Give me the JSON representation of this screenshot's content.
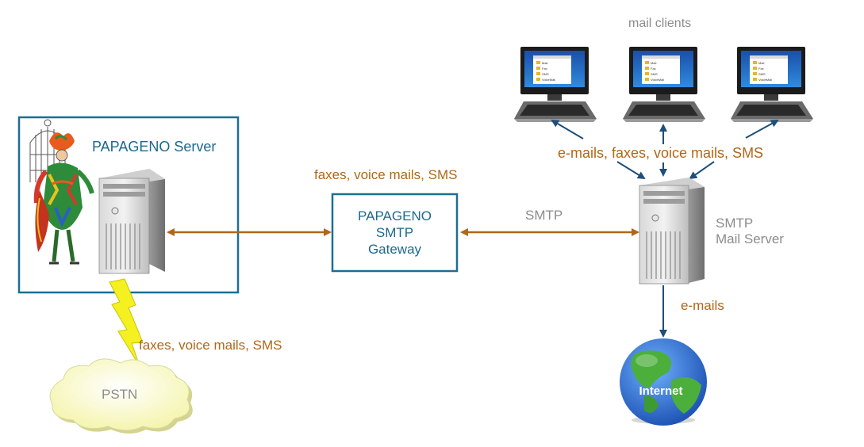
{
  "colors": {
    "box_border": "#1d6e94",
    "arrow_brown": "#b0671a",
    "arrow_navy": "#1f4e79",
    "label_brown": "#b0671a",
    "label_gray": "#8c8c8c",
    "label_teal": "#1c6890",
    "lightning": "#f5f020",
    "cloud_fill": "#fbfbc8",
    "globe_ocean": "#2d6fd6",
    "globe_land": "#4caf3c"
  },
  "papageno_server": {
    "title": "PAPAGENO Server",
    "icons": [
      "papageno-figure-icon",
      "server-tower-icon"
    ]
  },
  "gateway": {
    "line1": "PAPAGENO",
    "line2": "SMTP",
    "line3": "Gateway"
  },
  "labels": {
    "faxes_top": "faxes, voice mails, SMS",
    "smtp": "SMTP",
    "mail_clients": "mail clients",
    "client_traffic": "e-mails, faxes, voice mails, SMS",
    "mail_server_line1": "SMTP",
    "mail_server_line2": "Mail Server",
    "emails": "e-mails",
    "faxes_bottom": "faxes, voice mails, SMS",
    "pstn": "PSTN",
    "internet": "Internet"
  },
  "client_screen_items": [
    "Mail",
    "Fax",
    "SMS",
    "VoiceMail"
  ]
}
